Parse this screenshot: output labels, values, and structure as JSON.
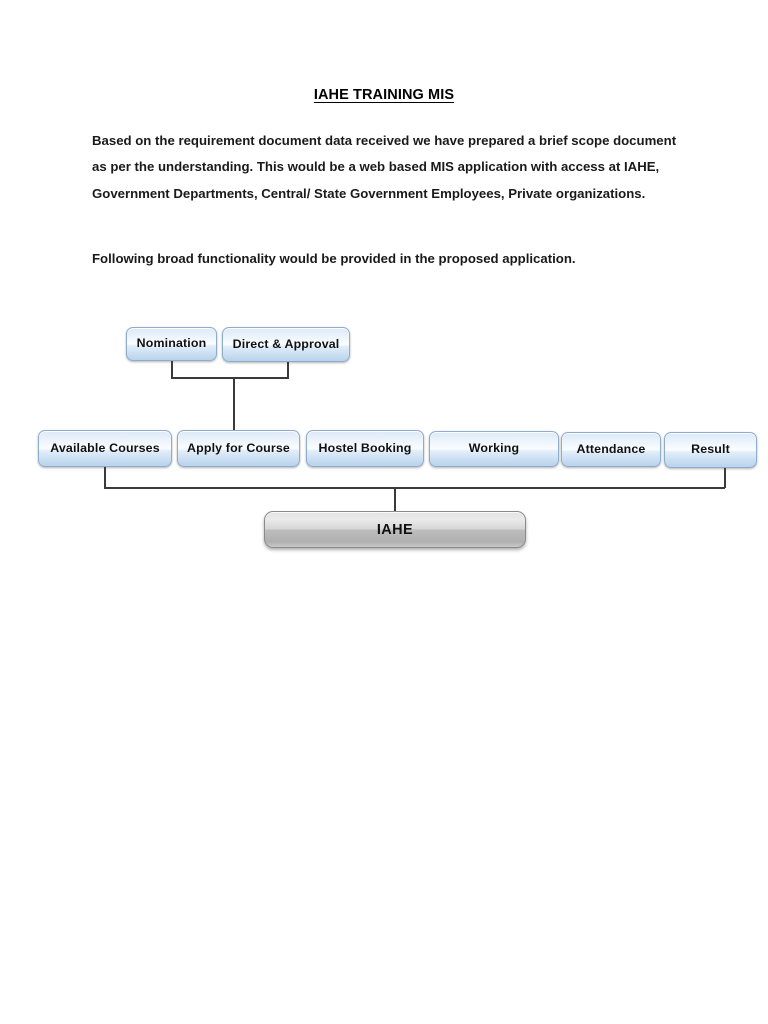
{
  "document": {
    "title": "IAHE TRAINING MIS",
    "paragraphs": [
      "Based on the requirement document data received we have prepared a brief scope document as per the understanding. This would be a web based MIS application with access at IAHE, Government Departments, Central/ State Government Employees, Private organizations.",
      "Following broad functionality would be provided in the proposed application."
    ]
  },
  "diagram": {
    "type": "org-chart",
    "root": {
      "label": "IAHE"
    },
    "level_main": [
      {
        "label": "Available Courses"
      },
      {
        "label": "Apply for Course"
      },
      {
        "label": "Hostel Booking"
      },
      {
        "label": "Working"
      },
      {
        "label": "Attendance"
      },
      {
        "label": "Result"
      }
    ],
    "level_top": [
      {
        "label": "Nomination"
      },
      {
        "label": "Direct & Approval"
      }
    ],
    "colors": {
      "node_fill_top": "#dce9f7",
      "node_fill_bottom": "#b8d3ec",
      "node_border": "#8faccd",
      "root_fill_top": "#e3e3e3",
      "root_fill_bottom": "#b0b0b0",
      "root_border": "#8a8a8a",
      "connector": "#3a3a3a",
      "page_background": "#ffffff",
      "text": "#111111"
    }
  }
}
